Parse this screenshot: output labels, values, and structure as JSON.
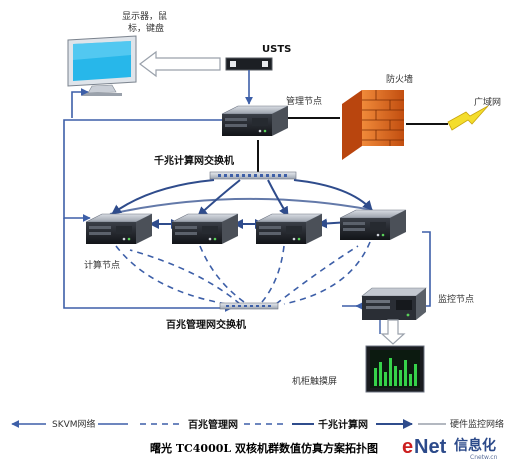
{
  "colors": {
    "line_blue": "#3d5fa8",
    "line_dark": "#2f4c8c",
    "firewall": "#e06a1e",
    "brand_red": "#cc1f1f",
    "brand_blue": "#2c4a8a"
  },
  "labels": {
    "monitor": [
      "显示器，鼠",
      "标，键盘"
    ],
    "usts": "USTS",
    "firewall": "防火墙",
    "wan": "广域网",
    "mgmt_node": "管理节点",
    "gigabit_switch": "千兆计算网交换机",
    "compute_node": "计算节点",
    "monitor_node": "监控节点",
    "fast_switch": "百兆管理网交换机",
    "touch_screen": "机柜触摸屏"
  },
  "legend": {
    "skvm": "SKVM网络",
    "fast_net": "百兆管理网",
    "gigabit_net": "千兆计算网",
    "hw_monitor": "硬件监控网络"
  },
  "caption": "曙光 TC4000L 双核机群数值仿真方案拓扑图",
  "brand": {
    "e": "e",
    "net": "Net",
    "cn": "信息化",
    "sub": "Cnetw.cn"
  }
}
